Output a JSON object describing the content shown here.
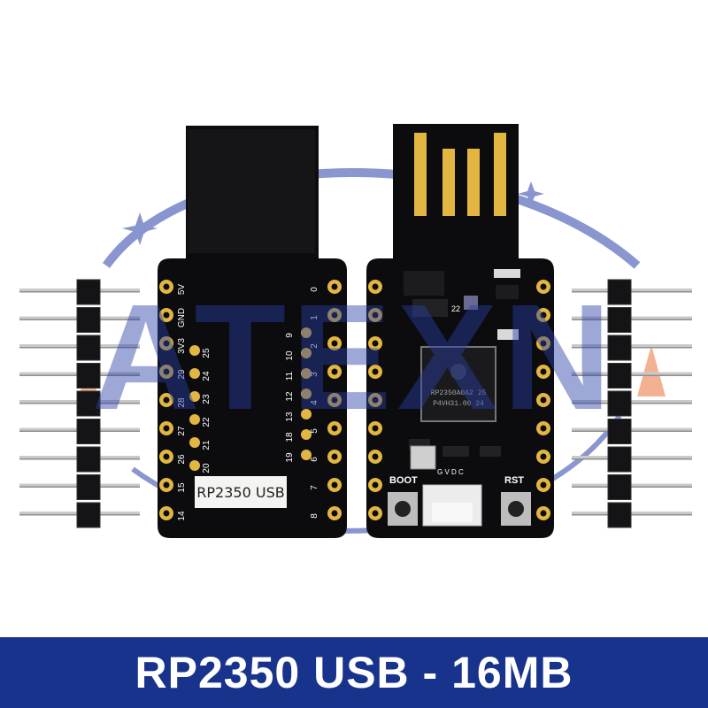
{
  "banner": {
    "title": "RP2350 USB - 16MB"
  },
  "watermark": {
    "letters": "ATEXN"
  },
  "back_board": {
    "label": "RP2350 USB",
    "left_pins": [
      "5V",
      "GND",
      "3V3",
      "29",
      "28",
      "27",
      "26",
      "15",
      "14"
    ],
    "right_pins": [
      "0",
      "1",
      "2",
      "3",
      "4",
      "5",
      "6",
      "7",
      "8"
    ],
    "inner_left_pins": [
      "25",
      "24",
      "23",
      "22",
      "21",
      "20"
    ],
    "inner_right_pins": [
      "9",
      "10",
      "11",
      "12",
      "13",
      "18",
      "19"
    ]
  },
  "front_board": {
    "chip_line1": "RP2350A0A2 25",
    "chip_line2": "P4VH31.00 24",
    "boot_label": "BOOT",
    "rst_label": "RST",
    "port_label": "G V D C",
    "led_label": "22"
  },
  "colors": {
    "board": "#0c0c0e",
    "gold": "#e2b640",
    "banner": "#18338c",
    "watermark_blue": "#2a3fa8",
    "watermark_orange": "#e8743a"
  }
}
